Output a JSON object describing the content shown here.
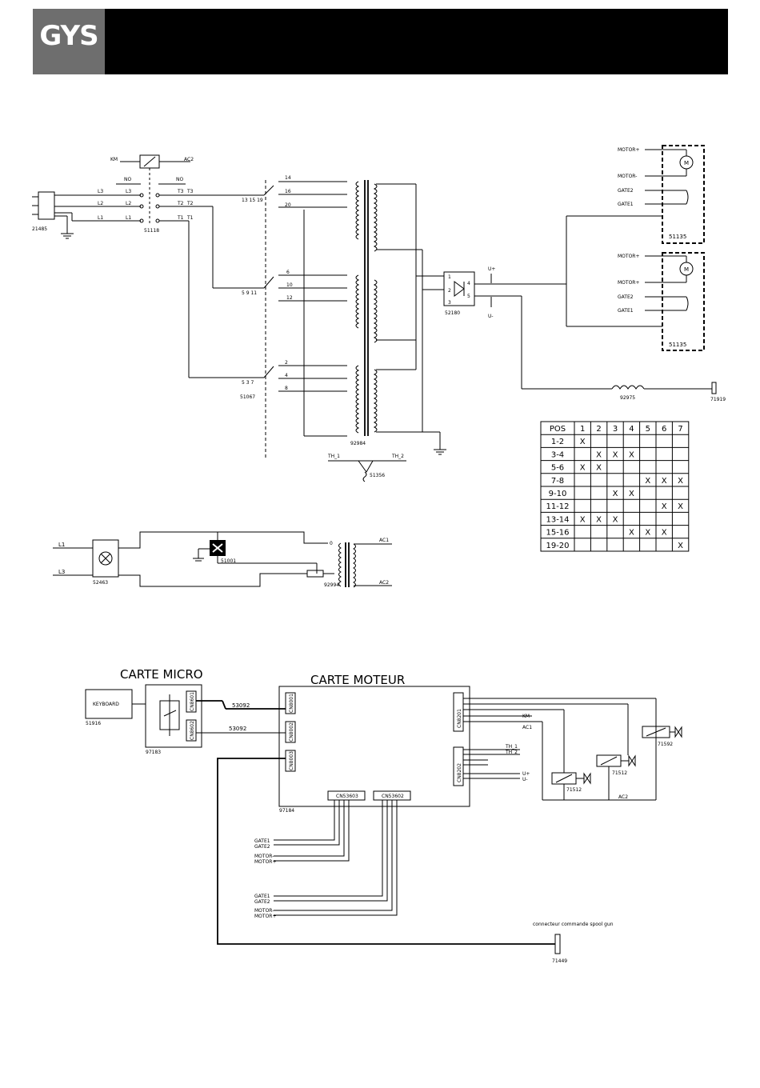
{
  "header": {
    "logo_text": "GYS"
  },
  "power_circuit": {
    "km_label": "KM",
    "ac2_label": "AC2",
    "no_labels": [
      "NO",
      "NO"
    ],
    "phase_in": [
      "L3",
      "L2",
      "L1"
    ],
    "phase_contact_in": [
      "L3",
      "L2",
      "L1"
    ],
    "phase_out": [
      "T3",
      "T2",
      "T1"
    ],
    "phase_out2": [
      "T3",
      "T2",
      "T1"
    ],
    "plug_ref": "21485",
    "contactor_ref": "51118",
    "switch1_label": "13 15 19",
    "switch2_label": "5 9 11",
    "switch3_label": "5 3 7",
    "switch3_ref": "51067",
    "taps_top": [
      "14",
      "16",
      "20"
    ],
    "taps_mid": [
      "6",
      "10",
      "12"
    ],
    "taps_bot": [
      "2",
      "4",
      "8"
    ],
    "transformer_ref": "92984",
    "rectifier_ref": "52180",
    "rectifier_pins": [
      "1",
      "2",
      "3",
      "4",
      "5"
    ],
    "u_plus": "U+",
    "u_minus": "U-",
    "inductor_ref": "92975",
    "output_ref": "71919",
    "thermal": {
      "th1": "TH_1",
      "th2": "TH_2",
      "ref": "51356"
    },
    "motor_top": {
      "labels": [
        "MOTOR+",
        "MOTOR-",
        "GATE2",
        "GATE1"
      ],
      "ref": "51135",
      "symbol": "M"
    },
    "motor_bot": {
      "labels": [
        "MOTOR+",
        "MOTOR+",
        "GATE2",
        "GATE1"
      ],
      "ref": "51135",
      "symbol": "M"
    }
  },
  "position_table": {
    "header": [
      "POS",
      "1",
      "2",
      "3",
      "4",
      "5",
      "6",
      "7"
    ],
    "rows": [
      {
        "pos": "1-2",
        "marks": [
          "X",
          "",
          "",
          "",
          "",
          "",
          ""
        ]
      },
      {
        "pos": "3-4",
        "marks": [
          "",
          "X",
          "X",
          "X",
          "",
          "",
          ""
        ]
      },
      {
        "pos": "5-6",
        "marks": [
          "X",
          "X",
          "",
          "",
          "",
          "",
          ""
        ]
      },
      {
        "pos": "7-8",
        "marks": [
          "",
          "",
          "",
          "",
          "X",
          "X",
          "X"
        ]
      },
      {
        "pos": "9-10",
        "marks": [
          "",
          "",
          "X",
          "X",
          "",
          "",
          ""
        ]
      },
      {
        "pos": "11-12",
        "marks": [
          "",
          "",
          "",
          "",
          "",
          "X",
          "X"
        ]
      },
      {
        "pos": "13-14",
        "marks": [
          "X",
          "X",
          "X",
          "",
          "",
          "",
          ""
        ]
      },
      {
        "pos": "15-16",
        "marks": [
          "",
          "",
          "",
          "X",
          "X",
          "X",
          ""
        ]
      },
      {
        "pos": "19-20",
        "marks": [
          "",
          "",
          "",
          "",
          "",
          "",
          "X"
        ]
      }
    ]
  },
  "aux_circuit": {
    "l1": "L1",
    "l3": "L3",
    "switch_ref": "52463",
    "fan_ref": "51001",
    "fuse_ref": "92994",
    "ac1": "AC1",
    "ac2": "AC2",
    "tap": "0"
  },
  "control_circuit": {
    "carte_micro": "CARTE MICRO",
    "carte_moteur": "CARTE MOTEUR",
    "keyboard": "KEYBOARD",
    "keyboard_ref": "51916",
    "micro_ref": "97183",
    "moteur_ref": "97184",
    "cable1": "53092",
    "cable2": "53092",
    "cn_left": [
      "CN8001",
      "CN8002",
      "CN8003"
    ],
    "cn_micro": [
      "CN8601",
      "CN8602"
    ],
    "cn_right": [
      "CN8201",
      "CN8202"
    ],
    "cn_bottom": [
      "CN53603",
      "CN53602"
    ],
    "km": "KM",
    "ac1": "AC1",
    "th1": "TH_1",
    "th2": "TH_2",
    "uplus": "U+",
    "uminus": "U-",
    "ac2": "AC2",
    "valves": [
      "71512",
      "71512",
      "71592"
    ],
    "bundle1": [
      "GATE1",
      "GATE2",
      "MOTOR-",
      "MOTOR+"
    ],
    "bundle2": [
      "GATE1",
      "GATE2",
      "MOTOR-",
      "MOTOR+"
    ],
    "spool_label": "connecteur commande spool gun",
    "spool_ref": "71449"
  }
}
